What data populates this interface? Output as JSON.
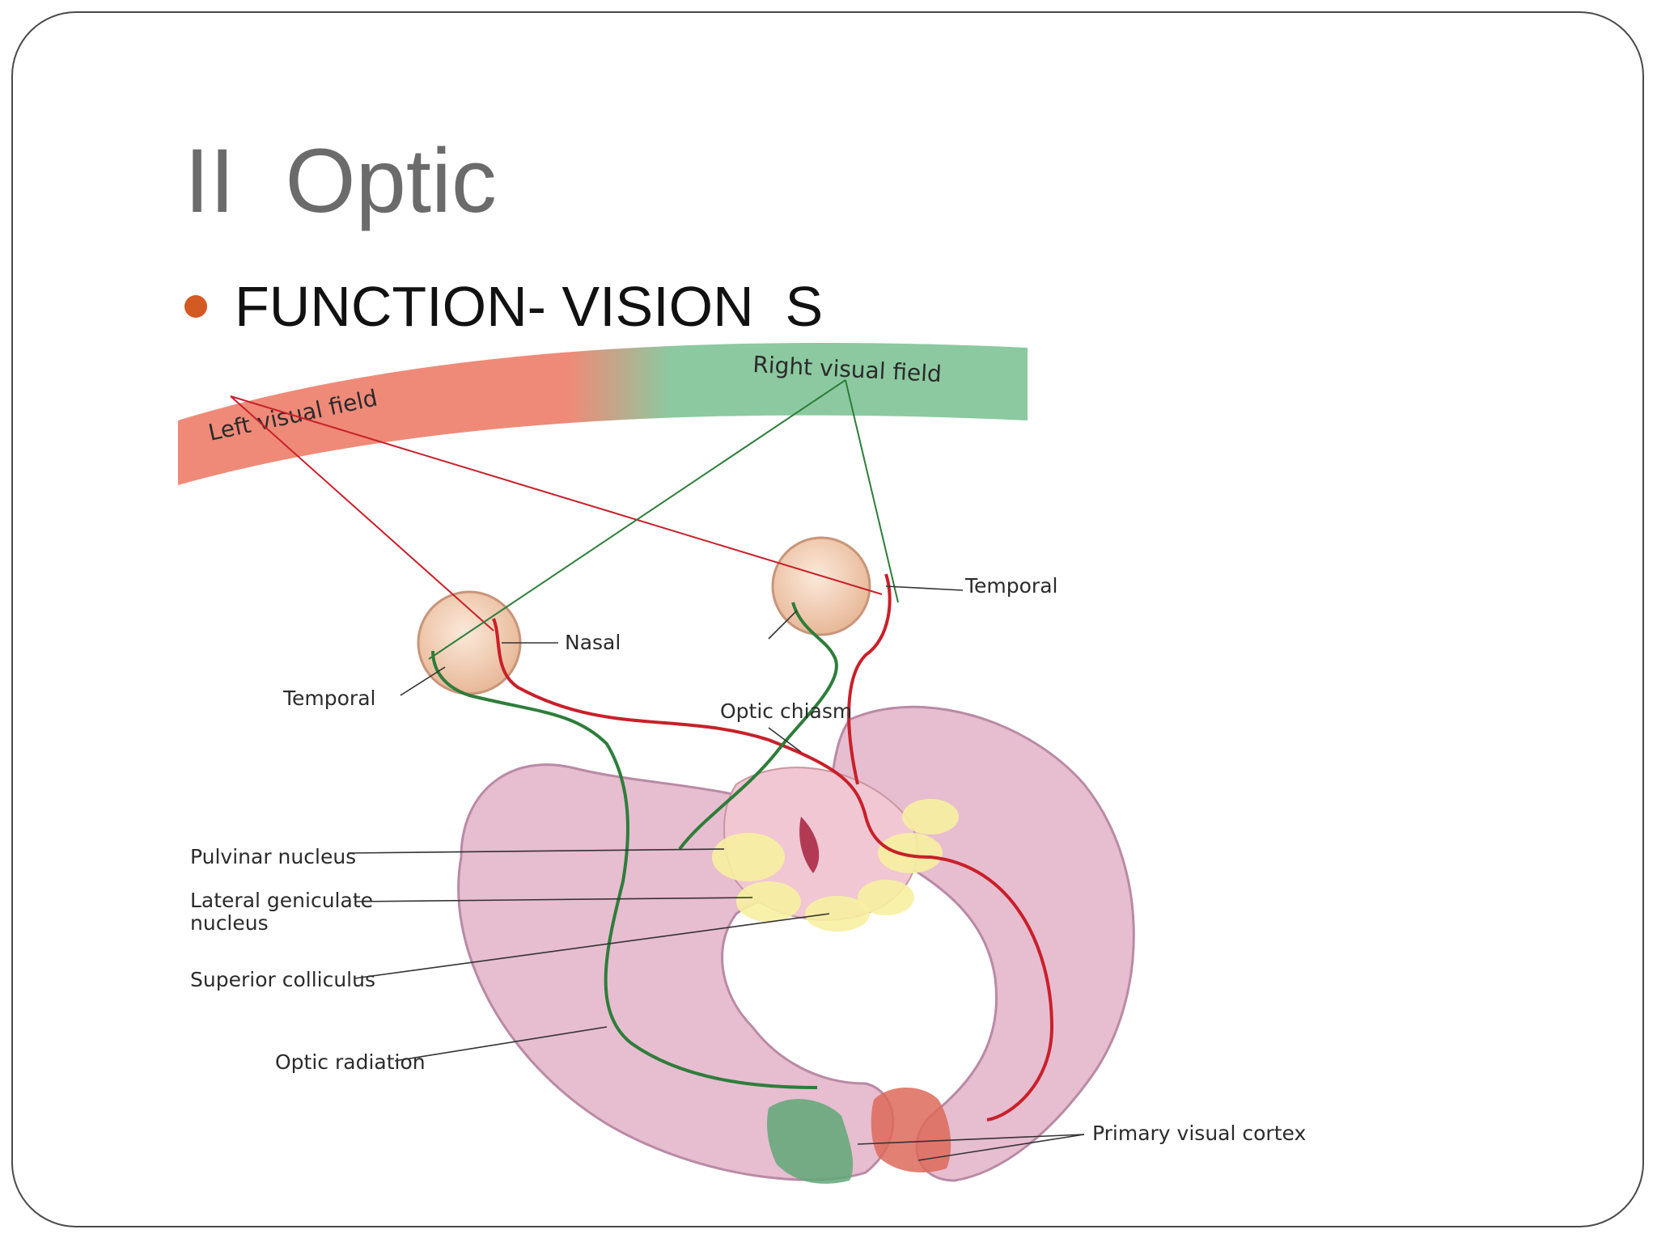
{
  "slide": {
    "title": "II  Optic",
    "bullet": "FUNCTION- VISION  S",
    "bullet_color": "#d35a22"
  },
  "diagram": {
    "labels": {
      "left_visual_field": "Left visual field",
      "right_visual_field": "Right visual field",
      "temporal_right": "Temporal",
      "nasal": "Nasal",
      "temporal_left": "Temporal",
      "optic_chiasm": "Optic chiasm",
      "pulvinar": "Pulvinar nucleus",
      "lgn_line1": "Lateral geniculate",
      "lgn_line2": "nucleus",
      "superior_colliculus": "Superior colliculus",
      "optic_radiation": "Optic radiation",
      "primary_visual_cortex": "Primary visual cortex"
    },
    "colors": {
      "left_field": "#ef8a78",
      "right_field": "#8cc9a0",
      "left_pathway": "#c8202a",
      "right_pathway": "#2e7d3a",
      "brain": "#e5b8cc",
      "eye": "#f3d3b8",
      "nucleus": "#f7f0a0"
    }
  }
}
